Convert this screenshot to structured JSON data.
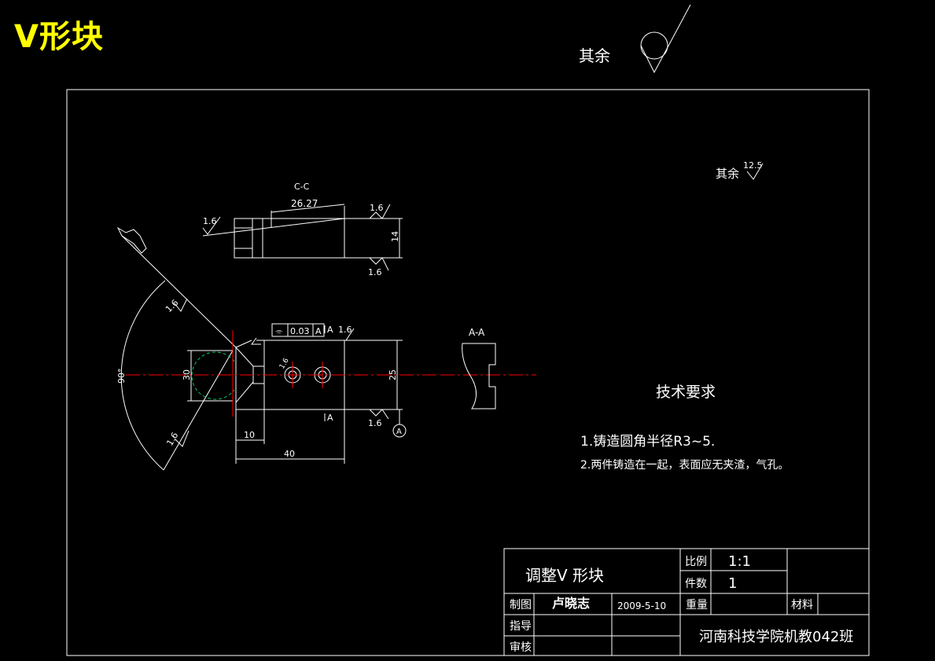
{
  "heading": "V形块",
  "colors": {
    "background": "#000000",
    "line": "#ffffff",
    "centerline": "#ff0000",
    "heading": "#ffff00"
  },
  "roughness": {
    "top_symbol_label": "其余",
    "default_label": "其余",
    "default_value": "12.5"
  },
  "section_cc": {
    "label": "C-C",
    "dim_angle_length": "26.27",
    "dim_height": "14",
    "roughness_left": "1.6",
    "roughness_top": "1.6",
    "roughness_bottom": "1.6"
  },
  "front_view": {
    "tolerance_symbol": "⌯",
    "tolerance_value": "0.03",
    "tolerance_datum": "A",
    "section_mark_top": "A",
    "section_mark_bottom": "A",
    "roughness_top": "1.6",
    "roughness_bottom": "1.6",
    "roughness_hole": "1.6",
    "roughness_arc_upper": "1.6",
    "roughness_arc_lower": "1.6",
    "datum": "A",
    "dim_angle": "90°",
    "dim_bore": "30",
    "dim_height": "25",
    "dim_slot": "10",
    "dim_length": "40"
  },
  "section_aa": {
    "label": "A-A"
  },
  "requirements": {
    "title": "技术要求",
    "item1": "1.铸造圆角半径R3~5.",
    "item2": "2.两件铸造在一起，表面应无夹渣，气孔。"
  },
  "title_block": {
    "part_name": "调整V 形块",
    "scale_label": "比例",
    "scale_value": "1:1",
    "qty_label": "件数",
    "qty_value": "1",
    "drawn_label": "制图",
    "drawn_name": "卢晓志",
    "date": "2009-5-10",
    "weight_label": "重量",
    "material_label": "材料",
    "guide_label": "指导",
    "review_label": "审核",
    "school": "河南科技学院机教042班"
  }
}
